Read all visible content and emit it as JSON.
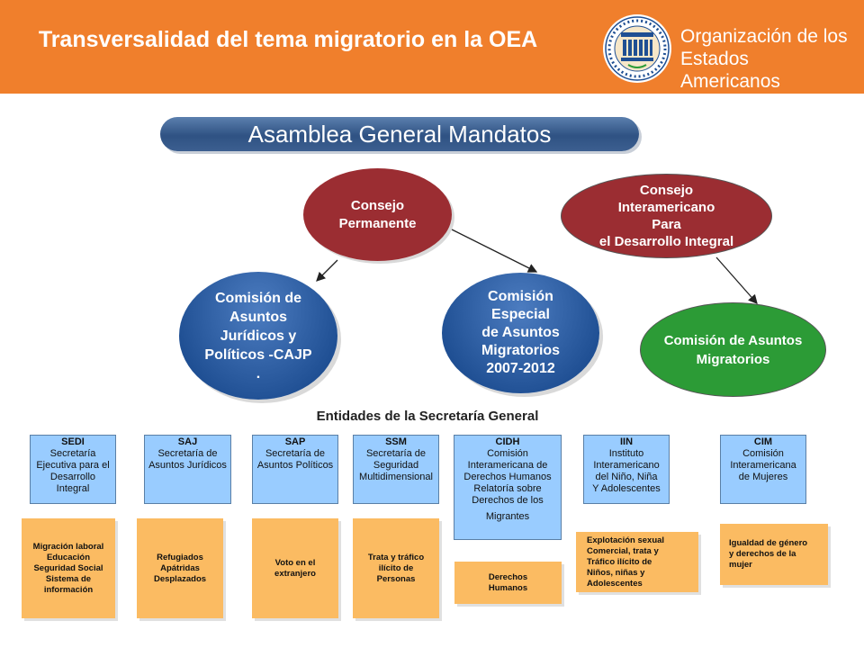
{
  "header": {
    "title": "Transversalidad del tema migratorio en la OEA",
    "org_name": "Organización de los Estados Americanos",
    "logo_icon": "oas-seal-icon",
    "background": "#f07f2c"
  },
  "banner": {
    "title": "Asamblea General Mandatos"
  },
  "ovals": {
    "consejo_permanente": "Consejo\nPermanente",
    "cidi": "Consejo\nInteramericano\nPara\nel Desarrollo Integral",
    "cajp": "Comisión de\nAsuntos\nJurídicos y\nPolíticos -CAJP\n.",
    "ceam": "Comisión\nEspecial\nde Asuntos\nMigratorios\n2007-2012",
    "cam": "Comisión de Asuntos\nMigratorios"
  },
  "section_title": "Entidades de la Secretaría General",
  "entities": [
    {
      "abbr": "SEDI",
      "desc": "Secretaría\nEjecutiva para el\nDesarrollo\nIntegral"
    },
    {
      "abbr": "SAJ",
      "desc": "Secretaría de\nAsuntos Jurídicos"
    },
    {
      "abbr": "SAP",
      "desc": "Secretaría de\nAsuntos Políticos"
    },
    {
      "abbr": "SSM",
      "desc": "Secretaría de\nSeguridad\nMultidimensional"
    },
    {
      "abbr": "CIDH",
      "desc": "Comisión\nInteramericana de\nDerechos Humanos\nRelatoría sobre\nDerechos de los",
      "extra": "Migrantes"
    },
    {
      "abbr": "IIN",
      "desc": "Instituto\nInteramericano\ndel Niño, Niña\nY  Adolescentes"
    },
    {
      "abbr": "CIM",
      "desc": "Comisión\nInteramericana\nde Mujeres"
    }
  ],
  "topics": [
    "Migración laboral\nEducación\nSeguridad Social\nSistema de\ninformación",
    "Refugiados\nApátridas\nDesplazados",
    "Voto en el\nextranjero",
    "Trata y tráfico\nilícito de\nPersonas",
    "Derechos\nHumanos",
    "Explotación sexual\nComercial, trata y\nTráfico ilícito de\nNiños, niñas y\nAdolescentes",
    "Igualdad de género\n y derechos de la\nmujer"
  ],
  "colors": {
    "red_oval": "#9b2d32",
    "blue_oval": "#1f4f93",
    "green_oval": "#2c9b36",
    "entity_box": "#99ccff",
    "topic_box": "#fbbb62"
  }
}
